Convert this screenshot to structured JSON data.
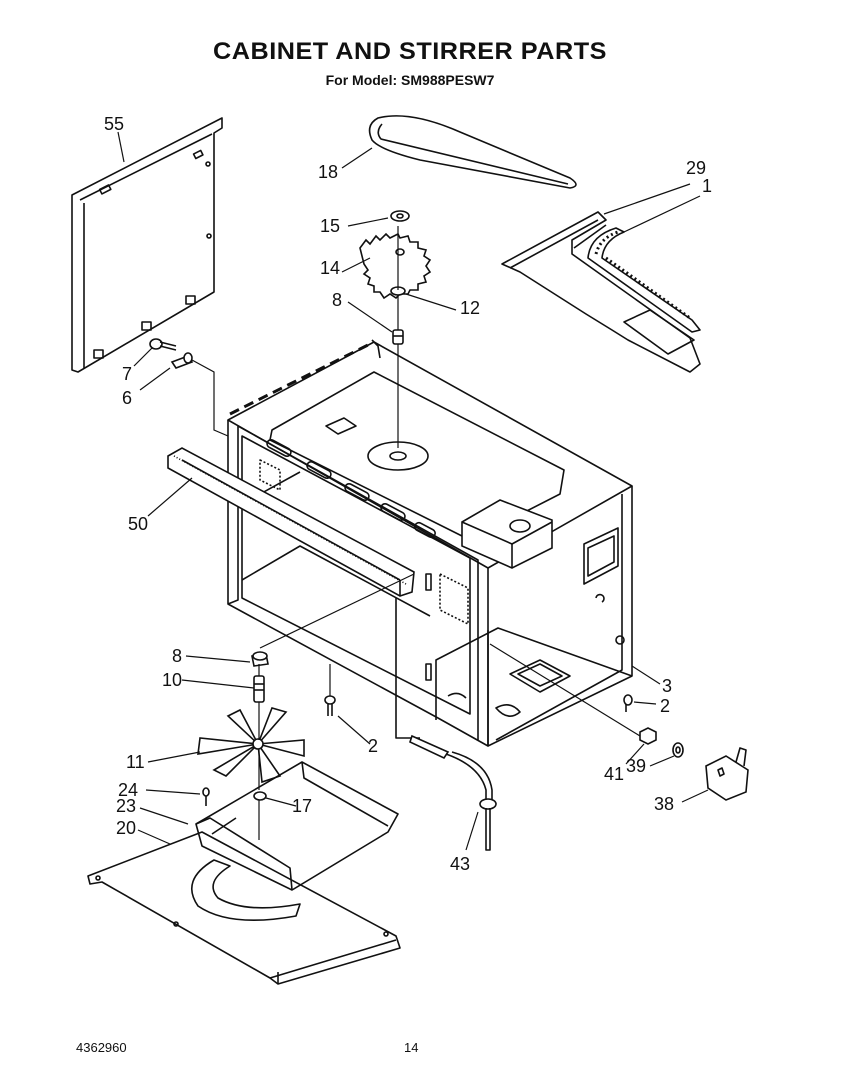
{
  "title": "CABINET AND STIRRER PARTS",
  "subtitle": "For Model: SM988PESW7",
  "document_number": "4362960",
  "page_number": "14",
  "callouts": {
    "c55": "55",
    "c18": "18",
    "c29": "29",
    "c1": "1",
    "c15": "15",
    "c14": "14",
    "c8a": "8",
    "c12": "12",
    "c7": "7",
    "c6": "6",
    "c50": "50",
    "c3": "3",
    "c2a": "2",
    "c8b": "8",
    "c10": "10",
    "c2b": "2",
    "c11": "11",
    "c41": "41",
    "c39": "39",
    "c38": "38",
    "c24": "24",
    "c17": "17",
    "c23": "23",
    "c20": "20",
    "c43": "43"
  }
}
